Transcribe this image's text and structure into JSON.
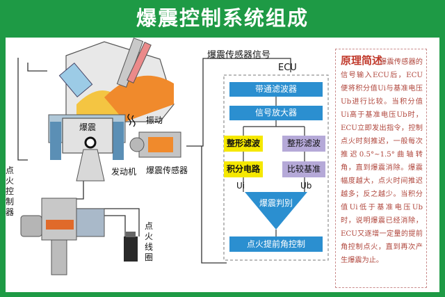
{
  "title": "爆震控制系统组成",
  "labels": {
    "knock_sensor_signal": "爆震传感器信号",
    "ecu": "ECU",
    "knock": "爆震",
    "vibration": "振动",
    "engine": "发动机",
    "knock_sensor": "爆震传感器",
    "ignition_controller": "点火控制器",
    "ignition_coil": "点火线圈",
    "ui": "Ui",
    "ub": "Ub"
  },
  "blocks": {
    "bandpass": "带通滤波器",
    "amplifier": "信号放大器",
    "shaping_left": "整形滤波",
    "shaping_right": "整形滤波",
    "integrator": "积分电路",
    "reference": "比较基准",
    "knock_judge": "爆震判别",
    "advance_control": "点火提前角控制"
  },
  "principle": {
    "title": "原理简述",
    "text": "爆震传感器的信号输入ECU后，ECU便将积分值Ui与基准电压Ub进行比较。当积分值Ui高于基准电压Ub时，ECU立即发出指令，控制点火时刻推迟，一般每次推迟0.5°~1.5°曲轴转角，直到爆震消除。爆震幅度越大，点火时间推迟越多；反之越少。当积分值Ui低于基准电压Ub时，说明爆震已经消除，ECU又逐增一定量的提前角控制点火，直到再次产生爆震为止。"
  },
  "colors": {
    "frame": "#1e9a45",
    "block_blue": "#2b8fd0",
    "block_yellow": "#f5e800",
    "block_purple": "#b5a9d8",
    "principle_text": "#b0463c"
  }
}
